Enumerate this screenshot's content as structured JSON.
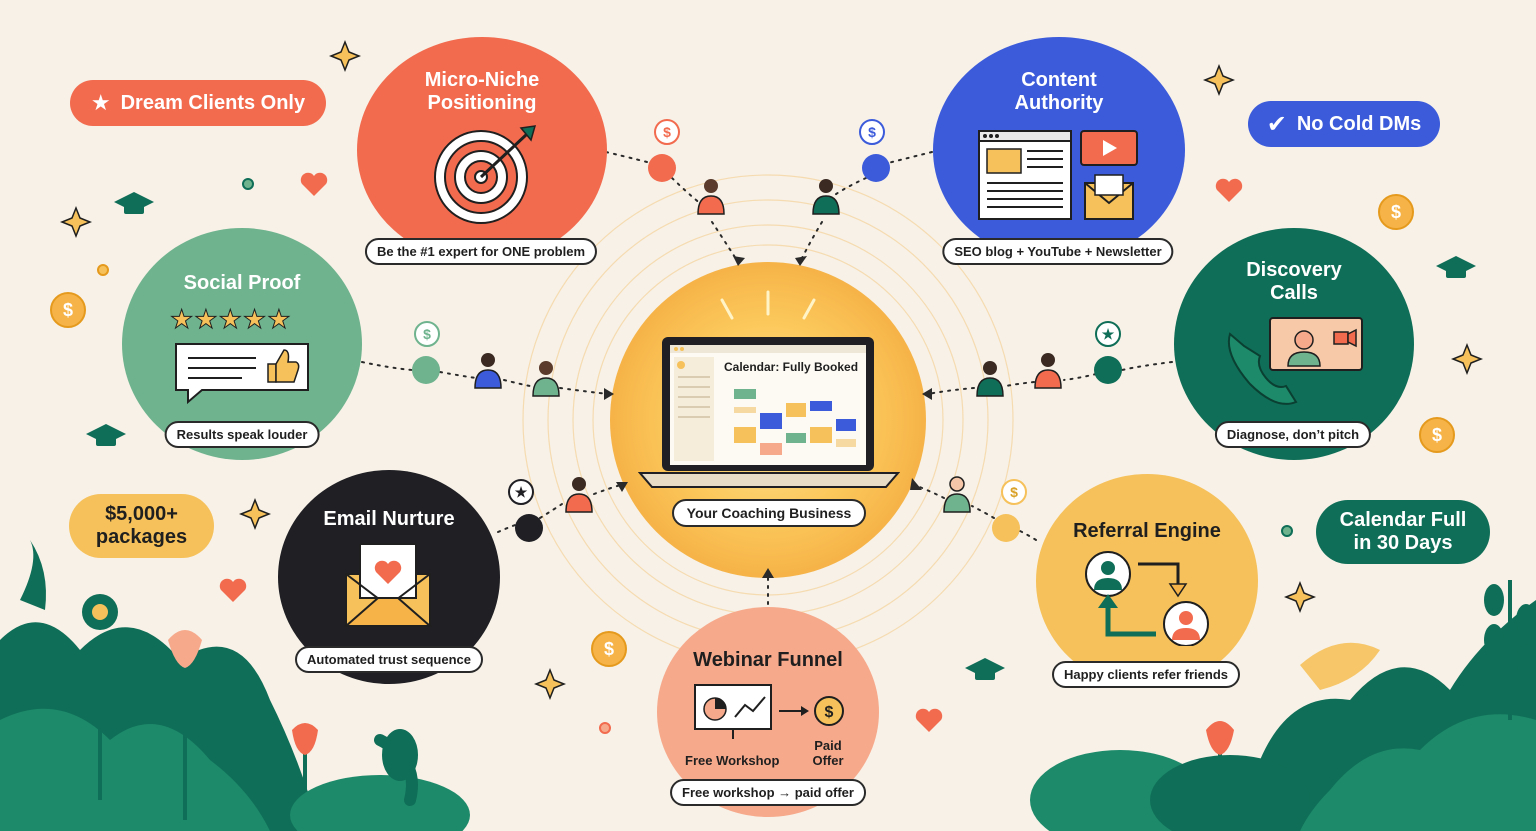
{
  "badges": {
    "dream_clients": "Dream Clients Only",
    "no_cold_dms": "No Cold DMs",
    "packages": "$5,000+\npackages",
    "calendar_full": "Calendar Full\nin 30 Days"
  },
  "center": {
    "screen_title": "Calendar: Fully Booked",
    "label": "Your Coaching Business"
  },
  "nodes": {
    "micro_niche": {
      "title": "Micro-Niche\nPositioning",
      "tag": "Be the #1 expert for ONE problem"
    },
    "content_authority": {
      "title": "Content\nAuthority",
      "tag": "SEO blog + YouTube + Newsletter"
    },
    "social_proof": {
      "title": "Social Proof",
      "tag": "Results speak louder"
    },
    "discovery_calls": {
      "title": "Discovery\nCalls",
      "tag": "Diagnose, don’t pitch"
    },
    "email_nurture": {
      "title": "Email Nurture",
      "tag": "Automated trust sequence"
    },
    "referral_engine": {
      "title": "Referral Engine",
      "tag": "Happy clients refer friends"
    },
    "webinar_funnel": {
      "title": "Webinar Funnel",
      "tag": "Free workshop → paid offer",
      "left_caption": "Free Workshop",
      "right_caption": "Paid\nOffer"
    }
  },
  "colors": {
    "background": "#f7f1e7",
    "coral": "#f26b4f",
    "blue": "#3b5bdb",
    "sage": "#6fb38e",
    "forest": "#0f6e57",
    "dark": "#1f1f24",
    "mustard": "#f6c15a",
    "salmon": "#f7a98b",
    "sun": "#fbd164"
  }
}
